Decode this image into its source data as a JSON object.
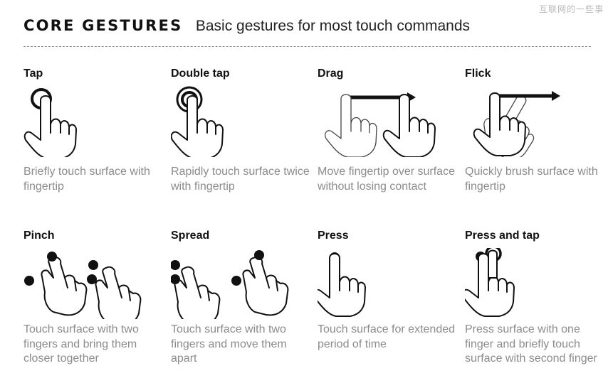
{
  "watermark": "互联网的一些事",
  "header": {
    "title": "CORE GESTURES",
    "subtitle": "Basic gestures for most touch commands"
  },
  "gestures": [
    {
      "title": "Tap",
      "icon": "tap-gesture-icon",
      "desc": "Briefly touch surface with fingertip"
    },
    {
      "title": "Double tap",
      "icon": "double-tap-gesture-icon",
      "desc": "Rapidly touch surface twice with fingertip"
    },
    {
      "title": "Drag",
      "icon": "drag-gesture-icon",
      "desc": "Move fingertip over surface without losing contact"
    },
    {
      "title": "Flick",
      "icon": "flick-gesture-icon",
      "desc": "Quickly brush surface with fingertip"
    },
    {
      "title": "Pinch",
      "icon": "pinch-gesture-icon",
      "desc": "Touch surface with two fingers and bring them closer together"
    },
    {
      "title": "Spread",
      "icon": "spread-gesture-icon",
      "desc": "Touch surface with two fingers and move them apart"
    },
    {
      "title": "Press",
      "icon": "press-gesture-icon",
      "desc": "Touch surface for extended period of time"
    },
    {
      "title": "Press and tap",
      "icon": "press-and-tap-gesture-icon",
      "desc": "Press surface with one finger and briefly touch surface with second finger"
    }
  ]
}
